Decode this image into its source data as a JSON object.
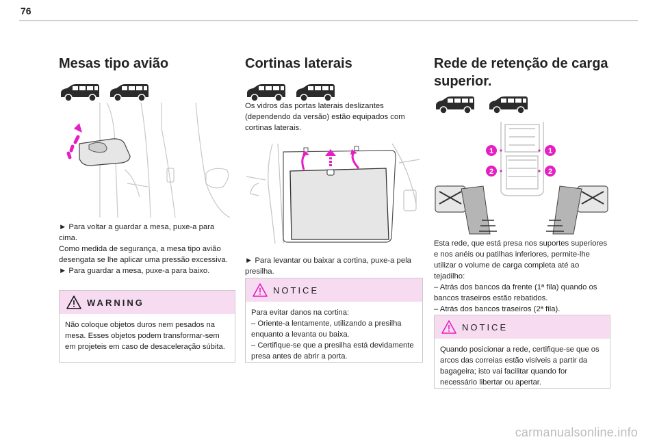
{
  "page_number": "76",
  "col1": {
    "title": "Mesas tipo avião",
    "instructions": [
      "► Para voltar a guardar a mesa, puxe-a para cima.",
      "Como medida de segurança, a mesa tipo avião desengata se lhe aplicar uma pressão excessiva.",
      "► Para guardar a mesa, puxe-a para baixo."
    ],
    "warning": {
      "label": "WARNING",
      "text": "Não coloque objetos duros nem pesados na mesa. Esses objetos podem transformar-sem em projeteis em caso de desaceleração súbita."
    }
  },
  "col2": {
    "title": "Cortinas laterais",
    "intro": "Os vidros das portas laterais deslizantes (dependendo da versão) estão equipados com cortinas laterais.",
    "instruction": "► Para levantar ou baixar a cortina, puxe-a pela presilha.",
    "notice": {
      "label": "NOTICE",
      "text": [
        "Para evitar danos na cortina:",
        "– Oriente-a lentamente, utilizando a presilha enquanto a levanta ou baixa.",
        "– Certifique-se que a presilha está devidamente presa antes de abrir a porta."
      ]
    }
  },
  "col3": {
    "title": "Rede de retenção de carga superior.",
    "diagram_labels": [
      "1",
      "1",
      "2",
      "2"
    ],
    "intro": "Esta rede, que está presa nos suportes superiores e nos anéis ou patilhas inferiores, permite-lhe utilizar o volume de carga completa até ao tejadilho:",
    "items": [
      "– Atrás dos bancos da frente (1ª fila) quando os bancos traseiros estão rebatidos.",
      "– Atrás dos bancos traseiros (2ª fila)."
    ],
    "notice": {
      "label": "NOTICE",
      "text": "Quando posicionar a rede, certifique-se que os arcos das correias estão visíveis a partir da bagageira; isto vai facilitar quando for necessário libertar ou apertar."
    }
  },
  "footer": "carmanualsonline.info",
  "colors": {
    "accent": "#e51fc2",
    "box_header": "#f7dcf1",
    "box_border": "#c9c9c9",
    "rule": "#9a9a9a"
  },
  "icons": [
    "van-icon",
    "warning-triangle-icon",
    "notice-triangle-icon",
    "arrow-up-icon"
  ]
}
